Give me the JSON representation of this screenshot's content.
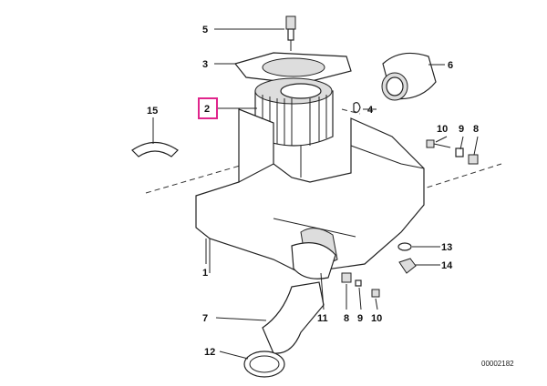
{
  "diagram": {
    "callouts": {
      "c1": "1",
      "c2": "2",
      "c3": "3",
      "c4": "4",
      "c5": "5",
      "c6": "6",
      "c7": "7",
      "c8a": "8",
      "c8b": "8",
      "c9a": "9",
      "c9b": "9",
      "c10a": "10",
      "c10b": "10",
      "c11": "11",
      "c12": "12",
      "c13": "13",
      "c14": "14",
      "c15": "15"
    },
    "highlighted_callout": "2",
    "highlight_color": "#e0258c",
    "diagram_id": "00002182"
  }
}
